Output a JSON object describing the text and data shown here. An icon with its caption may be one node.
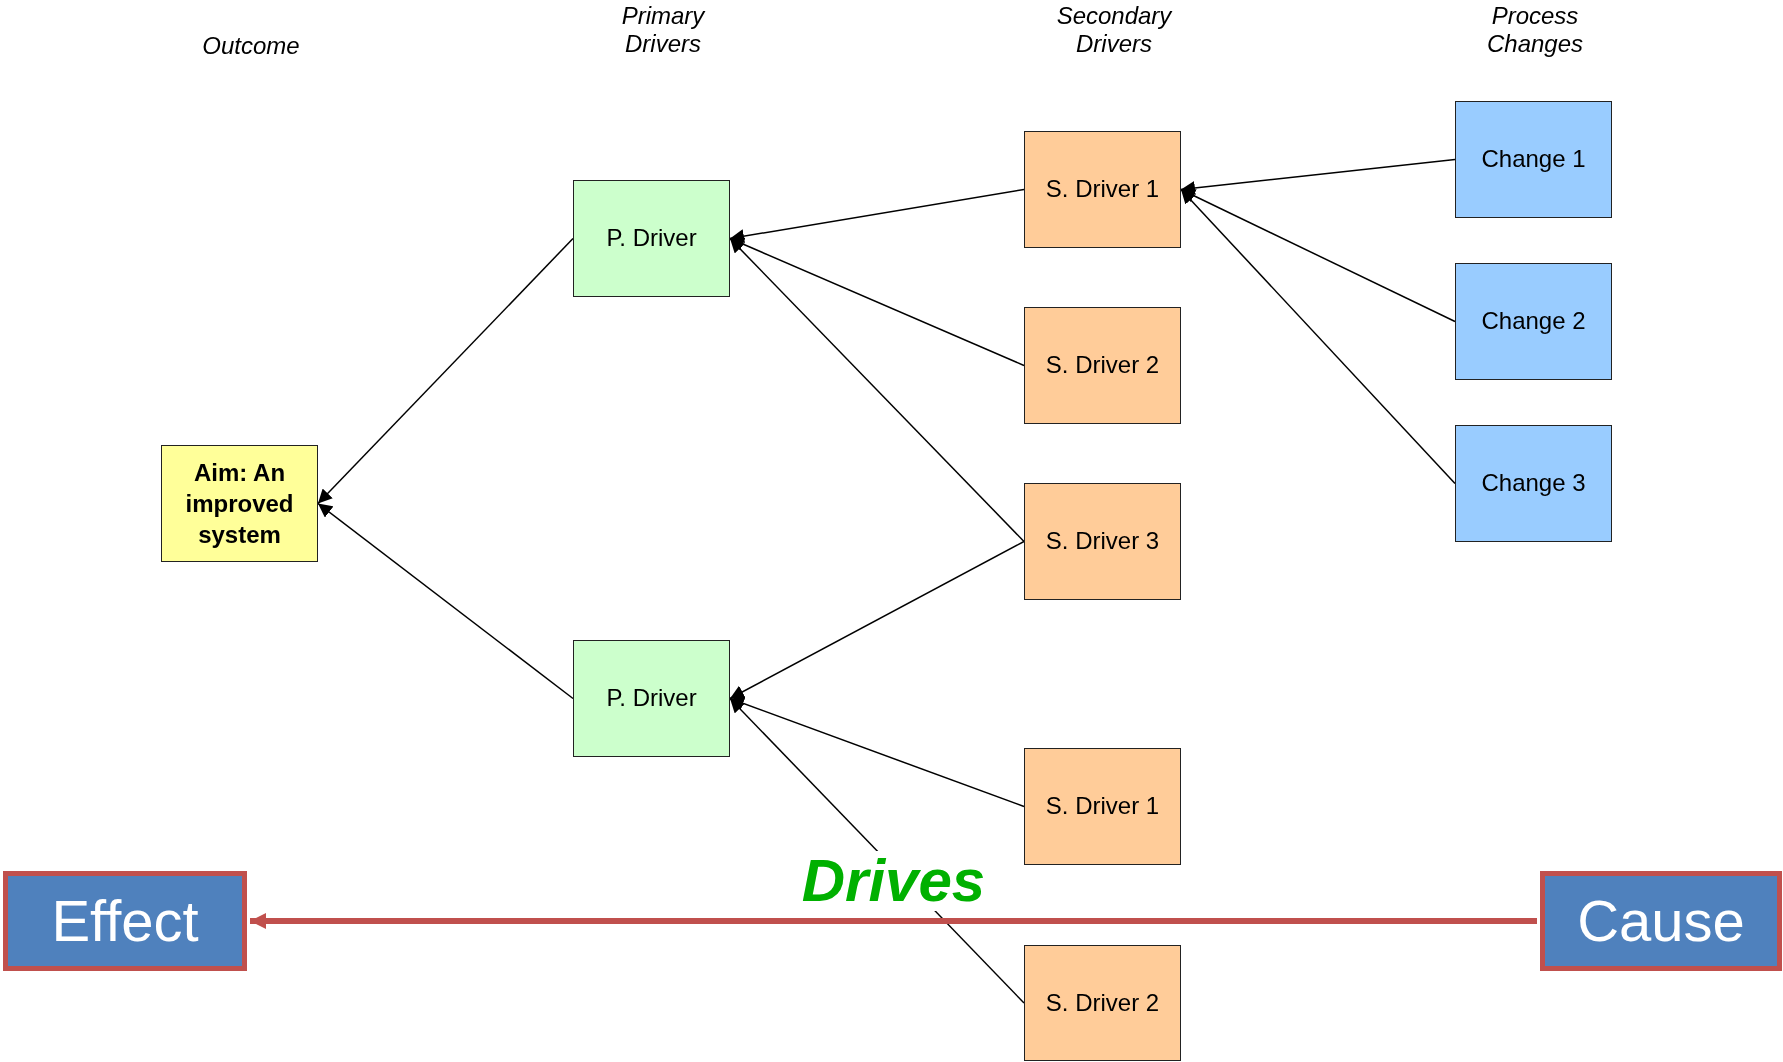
{
  "diagram": {
    "nodes": [
      {
        "text": [
          "Aim: An improved system"
        ]
      },
      {
        "text": [
          "P. Driver"
        ]
      },
      {
        "text": [
          "P. Driver"
        ]
      },
      {
        "text": [
          "S. Driver 1"
        ]
      },
      {
        "text": [
          "S. Driver 2"
        ]
      },
      {
        "text": [
          "S. Driver 3"
        ]
      },
      {
        "text": [
          "S. Driver 1"
        ]
      },
      {
        "text": [
          "S. Driver 2"
        ]
      },
      {
        "text": [
          "Change 1"
        ]
      },
      {
        "text": [
          "Change 2"
        ]
      },
      {
        "text": [
          "Change 3"
        ]
      },
      {
        "text": [
          "Effect"
        ]
      },
      {
        "text": [
          "Cause"
        ]
      }
    ],
    "edges": [
      {
        "from": 1,
        "to": 0,
        "arrow": "to"
      },
      {
        "from": 2,
        "to": 0,
        "arrow": "to"
      },
      {
        "from": 3,
        "to": 1,
        "arrow": "to"
      },
      {
        "from": 4,
        "to": 1,
        "arrow": "to"
      },
      {
        "from": 5,
        "to": 1,
        "arrow": "to"
      },
      {
        "from": 5,
        "to": 2,
        "arrow": "to"
      },
      {
        "from": 6,
        "to": 2,
        "arrow": "to"
      },
      {
        "from": 7,
        "to": 2,
        "arrow": "to"
      },
      {
        "from": 8,
        "to": 3,
        "arrow": "to"
      },
      {
        "from": 9,
        "to": 3,
        "arrow": "to"
      },
      {
        "from": 10,
        "to": 3,
        "arrow": "to"
      },
      {
        "from": 12,
        "to": 11,
        "arrow": "to",
        "label": "Drives",
        "style": "thick",
        "color": "#c0504d"
      }
    ],
    "labels": [
      "Outcome",
      "Primary Drivers",
      "Secondary Drivers",
      "Process Changes"
    ]
  }
}
